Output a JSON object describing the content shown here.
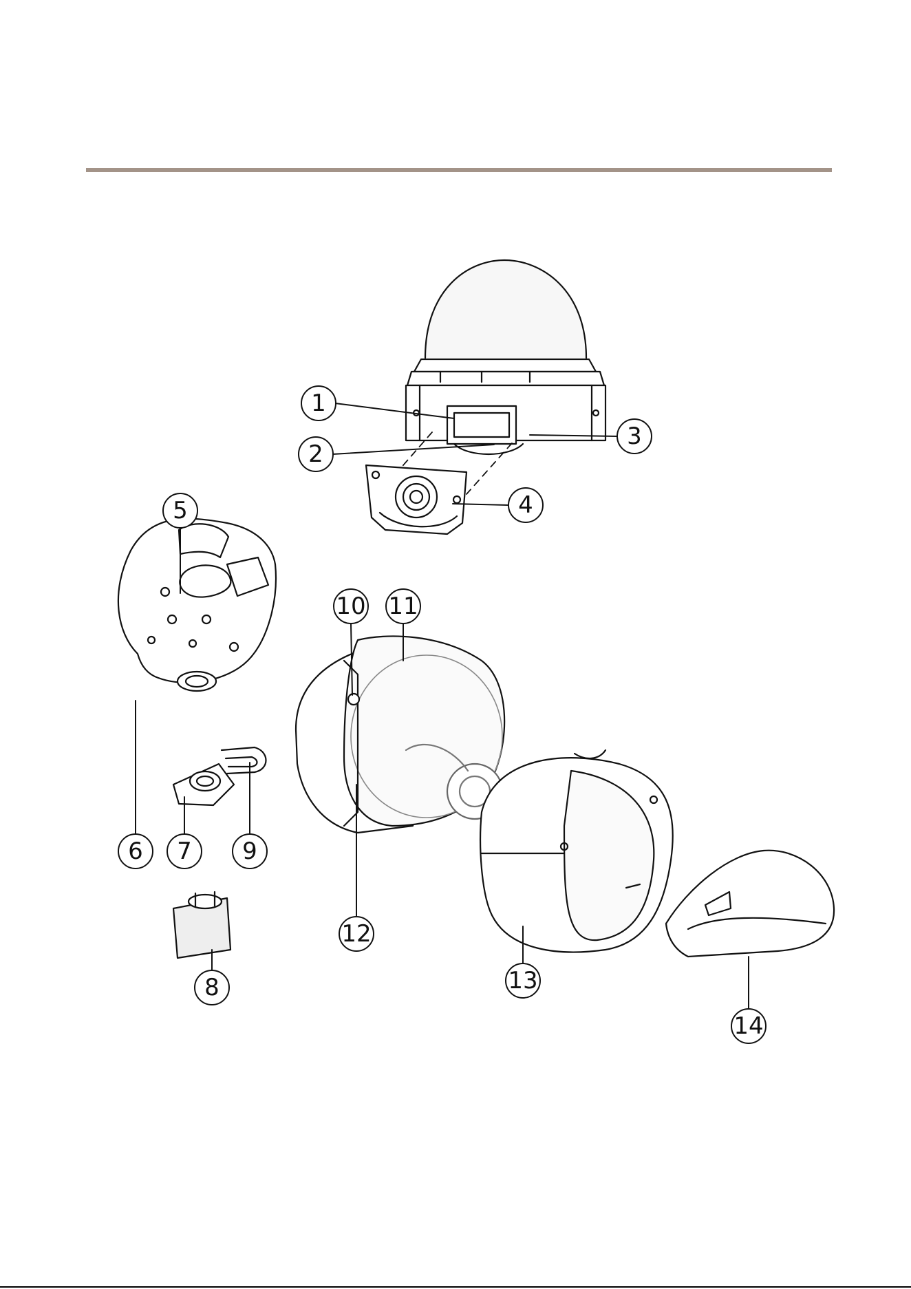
{
  "figure": {
    "callouts": [
      "1",
      "2",
      "3",
      "4",
      "5",
      "6",
      "7",
      "8",
      "9",
      "10",
      "11",
      "12",
      "13",
      "14"
    ]
  }
}
